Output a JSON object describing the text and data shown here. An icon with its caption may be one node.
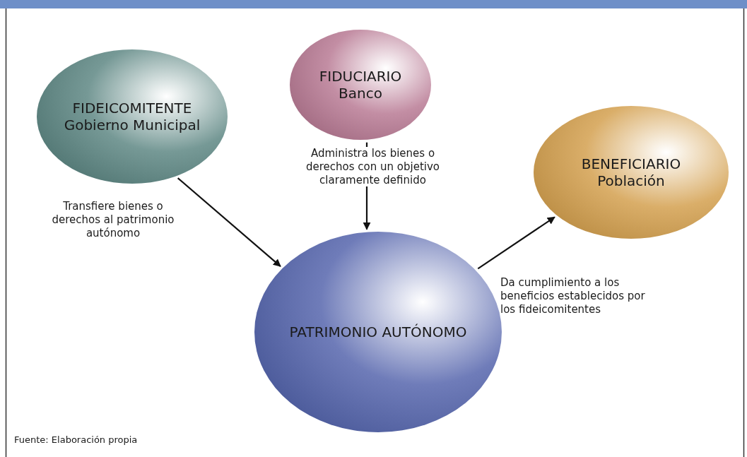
{
  "diagram": {
    "caption": "Fuente: Elaboración propia",
    "nodes": [
      {
        "text": [
          "FIDEICOMITENTE",
          "Gobierno Municipal"
        ]
      },
      {
        "text": [
          "FIDUCIARIO",
          "Banco"
        ]
      },
      {
        "text": [
          "BENEFICIARIO",
          "Población"
        ]
      },
      {
        "text": [
          "PATRIMONIO AUTÓNOMO"
        ]
      }
    ],
    "edges": [
      {
        "from": 0,
        "to": 3,
        "arrow": "to",
        "label": "Transfiere bienes o derechos al patrimonio autónomo"
      },
      {
        "from": 1,
        "to": 3,
        "arrow": "to",
        "label": "Administra los bienes o derechos con un objetivo claramente definido"
      },
      {
        "from": 3,
        "to": 2,
        "arrow": "to",
        "label": "Da cumplimiento a los beneficios establecidos por los fideicomitentes"
      }
    ]
  }
}
